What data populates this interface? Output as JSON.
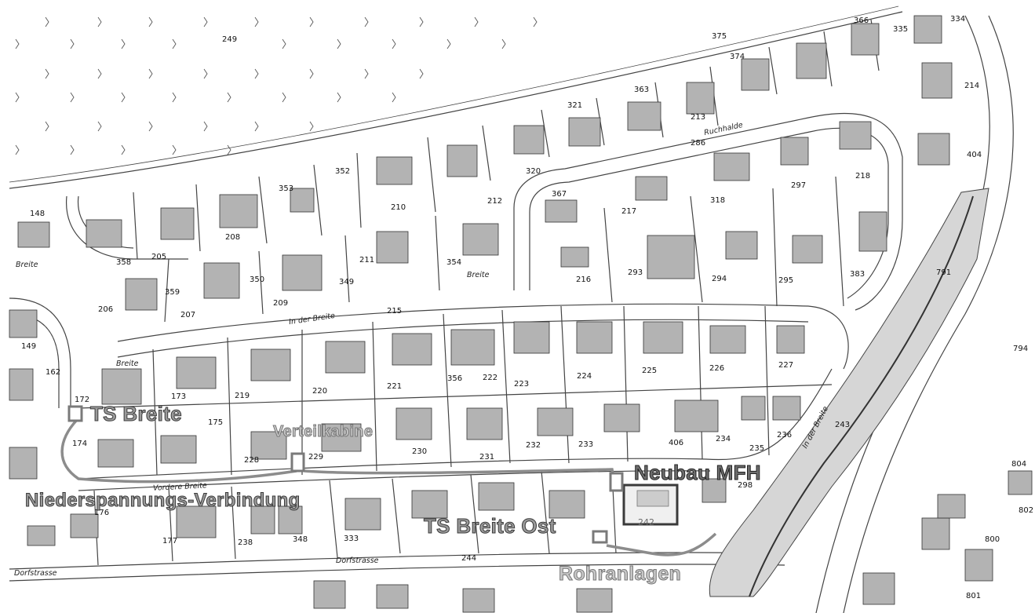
{
  "parcels": [
    "249",
    "148",
    "358",
    "205",
    "208",
    "353",
    "352",
    "210",
    "212",
    "320",
    "321",
    "363",
    "213",
    "375",
    "374",
    "366",
    "335",
    "334",
    "214",
    "404",
    "367",
    "217",
    "318",
    "297",
    "218",
    "286",
    "211",
    "354",
    "216",
    "293",
    "294",
    "295",
    "383",
    "791",
    "794",
    "206",
    "207",
    "359",
    "350",
    "209",
    "349",
    "215",
    "149",
    "162",
    "172",
    "173",
    "219",
    "220",
    "221",
    "356",
    "222",
    "223",
    "224",
    "225",
    "226",
    "227",
    "174",
    "175",
    "228",
    "229",
    "230",
    "231",
    "232",
    "233",
    "406",
    "234",
    "235",
    "236",
    "243",
    "176",
    "177",
    "238",
    "348",
    "333",
    "244",
    "298",
    "804",
    "802",
    "800",
    "801"
  ],
  "streets": {
    "ruchhalde": "Ruchhalde",
    "in_der_breite_1": "In der Breite",
    "in_der_breite_2": "In der Breite",
    "breite_1": "Breite",
    "breite_2": "Breite",
    "breite_3": "Breite",
    "vordere_breite": "Vordere Breite",
    "dorfstrasse_1": "Dorfstrasse",
    "dorfstrasse_2": "Dorfstrasse"
  },
  "annotations": {
    "ts_breite": "TS Breite",
    "verteilkabine": "Verteilkabine",
    "niederspannungs": "Niederspannungs-Verbindung",
    "neubau": "Neubau MFH",
    "ts_breite_ost": "TS Breite Ost",
    "rohranlagen": "Rohranlagen",
    "new_parcel": "242"
  },
  "colors": {
    "building": "#b3b3b3",
    "outline": "#333333",
    "annotation_line": "#8c8c8c",
    "stream_area": "#d6d6d6"
  }
}
